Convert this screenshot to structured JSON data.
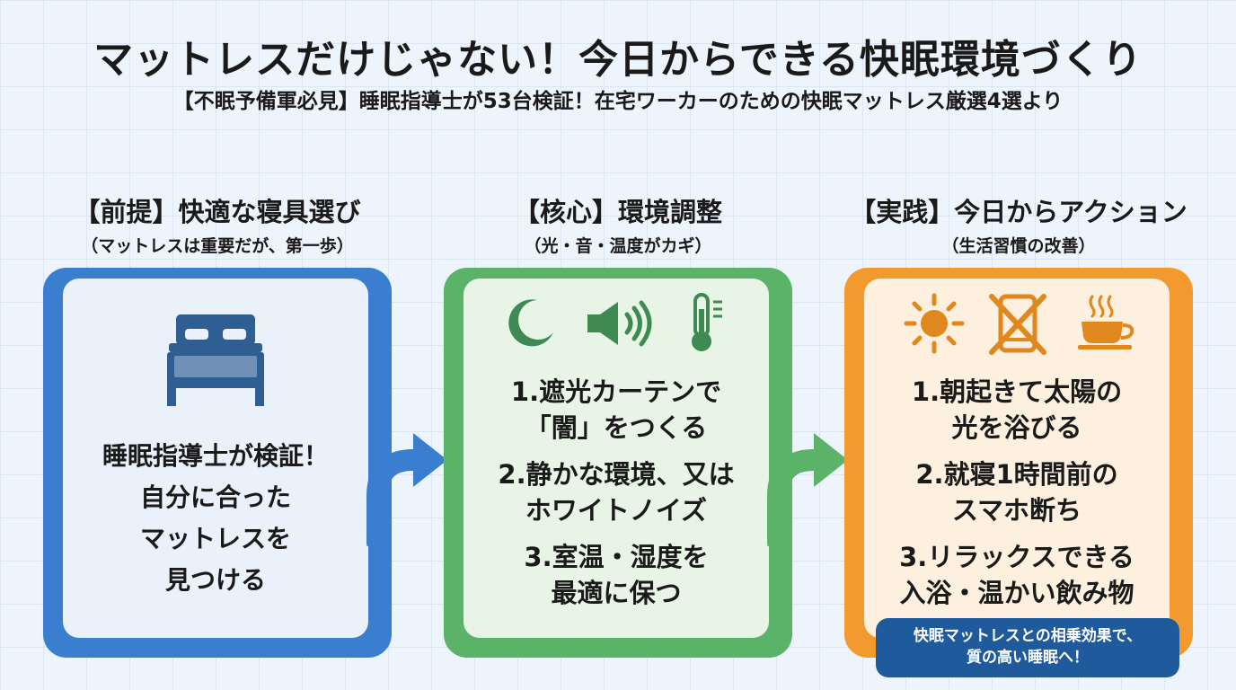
{
  "title": "マットレスだけじゃない！今日からできる快眠環境づくり",
  "subtitle": "【不眠予備軍必見】睡眠指導士が53台検証！在宅ワーカーのための快眠マットレス厳選4選より",
  "columns": [
    {
      "heading": "【前提】快適な寝具選び",
      "subheading": "（マットレスは重要だが、第一歩）",
      "icon": "bed-icon",
      "accent": "#3a7fcf",
      "lines": [
        "睡眠指導士が検証！",
        "自分に合った",
        "マットレスを",
        "見つける"
      ]
    },
    {
      "heading": "【核心】環境調整",
      "subheading": "（光・音・温度がカギ）",
      "icons": [
        "moon-icon",
        "speaker-icon",
        "thermometer-icon"
      ],
      "accent": "#5bb36a",
      "items": [
        {
          "line1": "1.遮光カーテンで",
          "line2": "「闇」をつくる"
        },
        {
          "line1": "2.静かな環境、又は",
          "line2": "ホワイトノイズ"
        },
        {
          "line1": "3.室温・湿度を",
          "line2": "最適に保つ"
        }
      ]
    },
    {
      "heading": "【実践】今日からアクション",
      "subheading": "（生活習慣の改善）",
      "icons": [
        "sun-icon",
        "no-phone-icon",
        "coffee-cup-icon"
      ],
      "accent": "#f39a2e",
      "items": [
        {
          "line1": "1.朝起きて太陽の",
          "line2": "光を浴びる"
        },
        {
          "line1": "2.就寝1時間前の",
          "line2": "スマホ断ち"
        },
        {
          "line1": "3.リラックスできる",
          "line2": "入浴・温かい飲み物"
        }
      ]
    }
  ],
  "note": {
    "line1": "快眠マットレスとの相乗効果で、",
    "line2": "質の高い睡眠へ！"
  }
}
